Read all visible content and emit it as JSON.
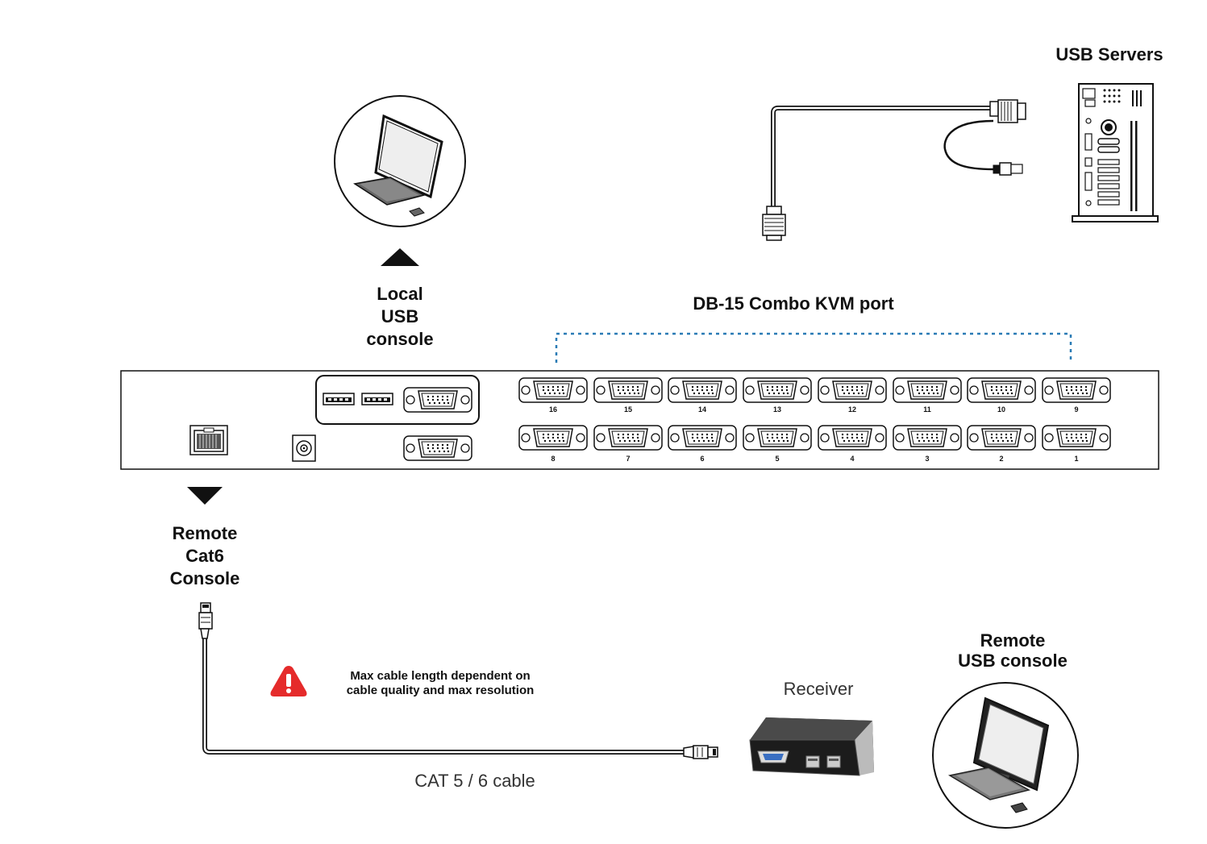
{
  "labels": {
    "usb_servers": "USB Servers",
    "local_console": [
      "Local",
      "USB",
      "console"
    ],
    "db15_port": "DB-15 Combo KVM port",
    "remote_cat6": [
      "Remote",
      "Cat6",
      "Console"
    ],
    "warning_note": [
      "Max cable length dependent on",
      "cable quality and max resolution"
    ],
    "receiver": "Receiver",
    "remote_usb": [
      "Remote",
      "USB console"
    ],
    "cable": "CAT 5 / 6 cable"
  },
  "ports": {
    "top_row": [
      "16",
      "15",
      "14",
      "13",
      "12",
      "11",
      "10",
      "9"
    ],
    "bottom_row": [
      "8",
      "7",
      "6",
      "5",
      "4",
      "3",
      "2",
      "1"
    ]
  },
  "colors": {
    "line": "#111111",
    "dotted_bracket": "#2a7bb5",
    "warning": "#e52b2b"
  }
}
